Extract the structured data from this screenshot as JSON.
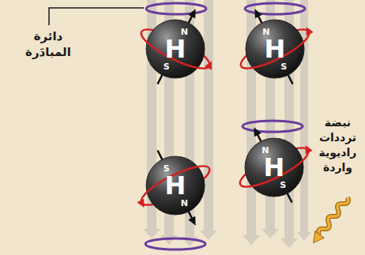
{
  "diagram": {
    "nodes": [
      {
        "text": [
          "N",
          "H",
          "S"
        ]
      },
      {
        "text": [
          "N",
          "H",
          "S"
        ]
      },
      {
        "text": [
          "S",
          "H",
          "N"
        ]
      },
      {
        "text": [
          "N",
          "H",
          "S"
        ]
      }
    ],
    "labels": [
      "دائرة المبادَرة",
      "نبضة ترددات راديوية واردة"
    ]
  }
}
